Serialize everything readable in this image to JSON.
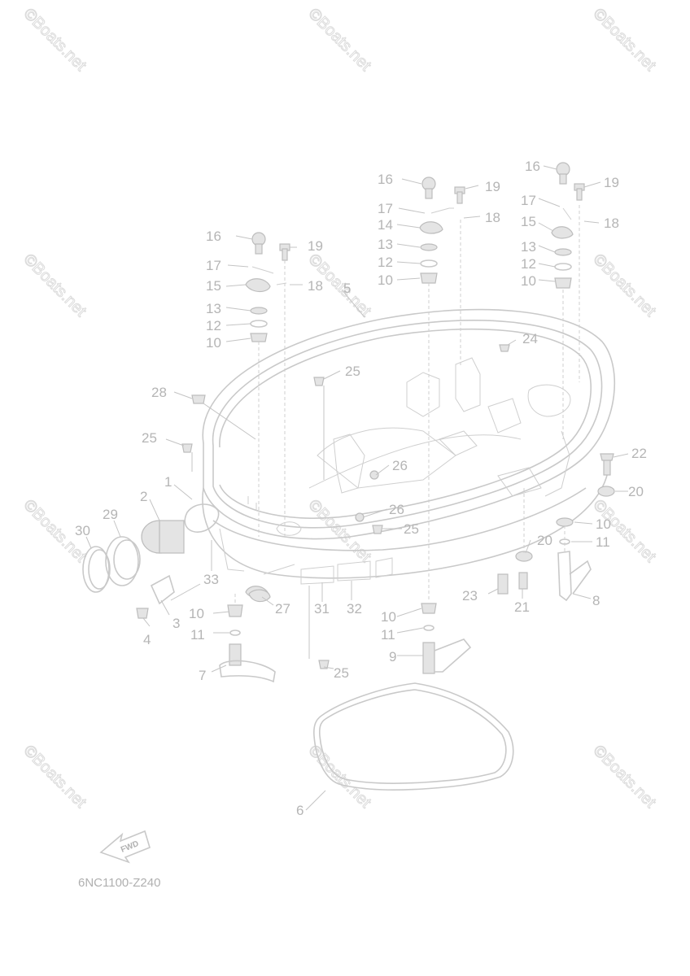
{
  "watermark": "©Boats.net",
  "diagram_code": "6NC1100-Z240",
  "fwd_label": "FWD",
  "callouts": {
    "c1": "1",
    "c2": "2",
    "c3": "3",
    "c4": "4",
    "c5": "5",
    "c6": "6",
    "c7": "7",
    "c8": "8",
    "c9": "9",
    "c10a": "10",
    "c10b": "10",
    "c10c": "10",
    "c10d": "10",
    "c10e": "10",
    "c10f": "10",
    "c11a": "11",
    "c11b": "11",
    "c11c": "11",
    "c12a": "12",
    "c12b": "12",
    "c12c": "12",
    "c13a": "13",
    "c13b": "13",
    "c13c": "13",
    "c14": "14",
    "c15a": "15",
    "c15b": "15",
    "c16a": "16",
    "c16b": "16",
    "c16c": "16",
    "c17a": "17",
    "c17b": "17",
    "c17c": "17",
    "c18a": "18",
    "c18b": "18",
    "c18c": "18",
    "c19a": "19",
    "c19b": "19",
    "c19c": "19",
    "c20a": "20",
    "c20b": "20",
    "c21": "21",
    "c22": "22",
    "c23": "23",
    "c24": "24",
    "c25a": "25",
    "c25b": "25",
    "c25c": "25",
    "c25d": "25",
    "c26a": "26",
    "c26b": "26",
    "c27": "27",
    "c28": "28",
    "c29": "29",
    "c30": "30",
    "c31": "31",
    "c32": "32",
    "c33": "33"
  }
}
